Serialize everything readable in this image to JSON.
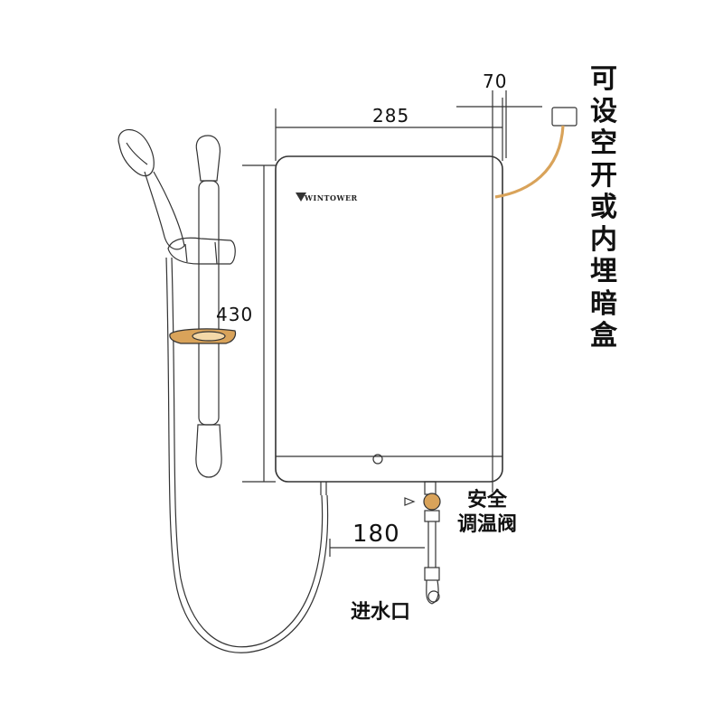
{
  "dimensions": {
    "width": "285",
    "height": "430",
    "depth": "70",
    "pipe_offset": "180"
  },
  "labels": {
    "breaker_note": "可设空开或内埋暗盒",
    "safety_valve_line1": "安全",
    "safety_valve_line2": "调温阀",
    "water_inlet": "进水口"
  },
  "brand": {
    "logo_text": "WINTOWER"
  },
  "colors": {
    "outline": "#333333",
    "accent": "#d9a35a",
    "background": "#ffffff"
  }
}
